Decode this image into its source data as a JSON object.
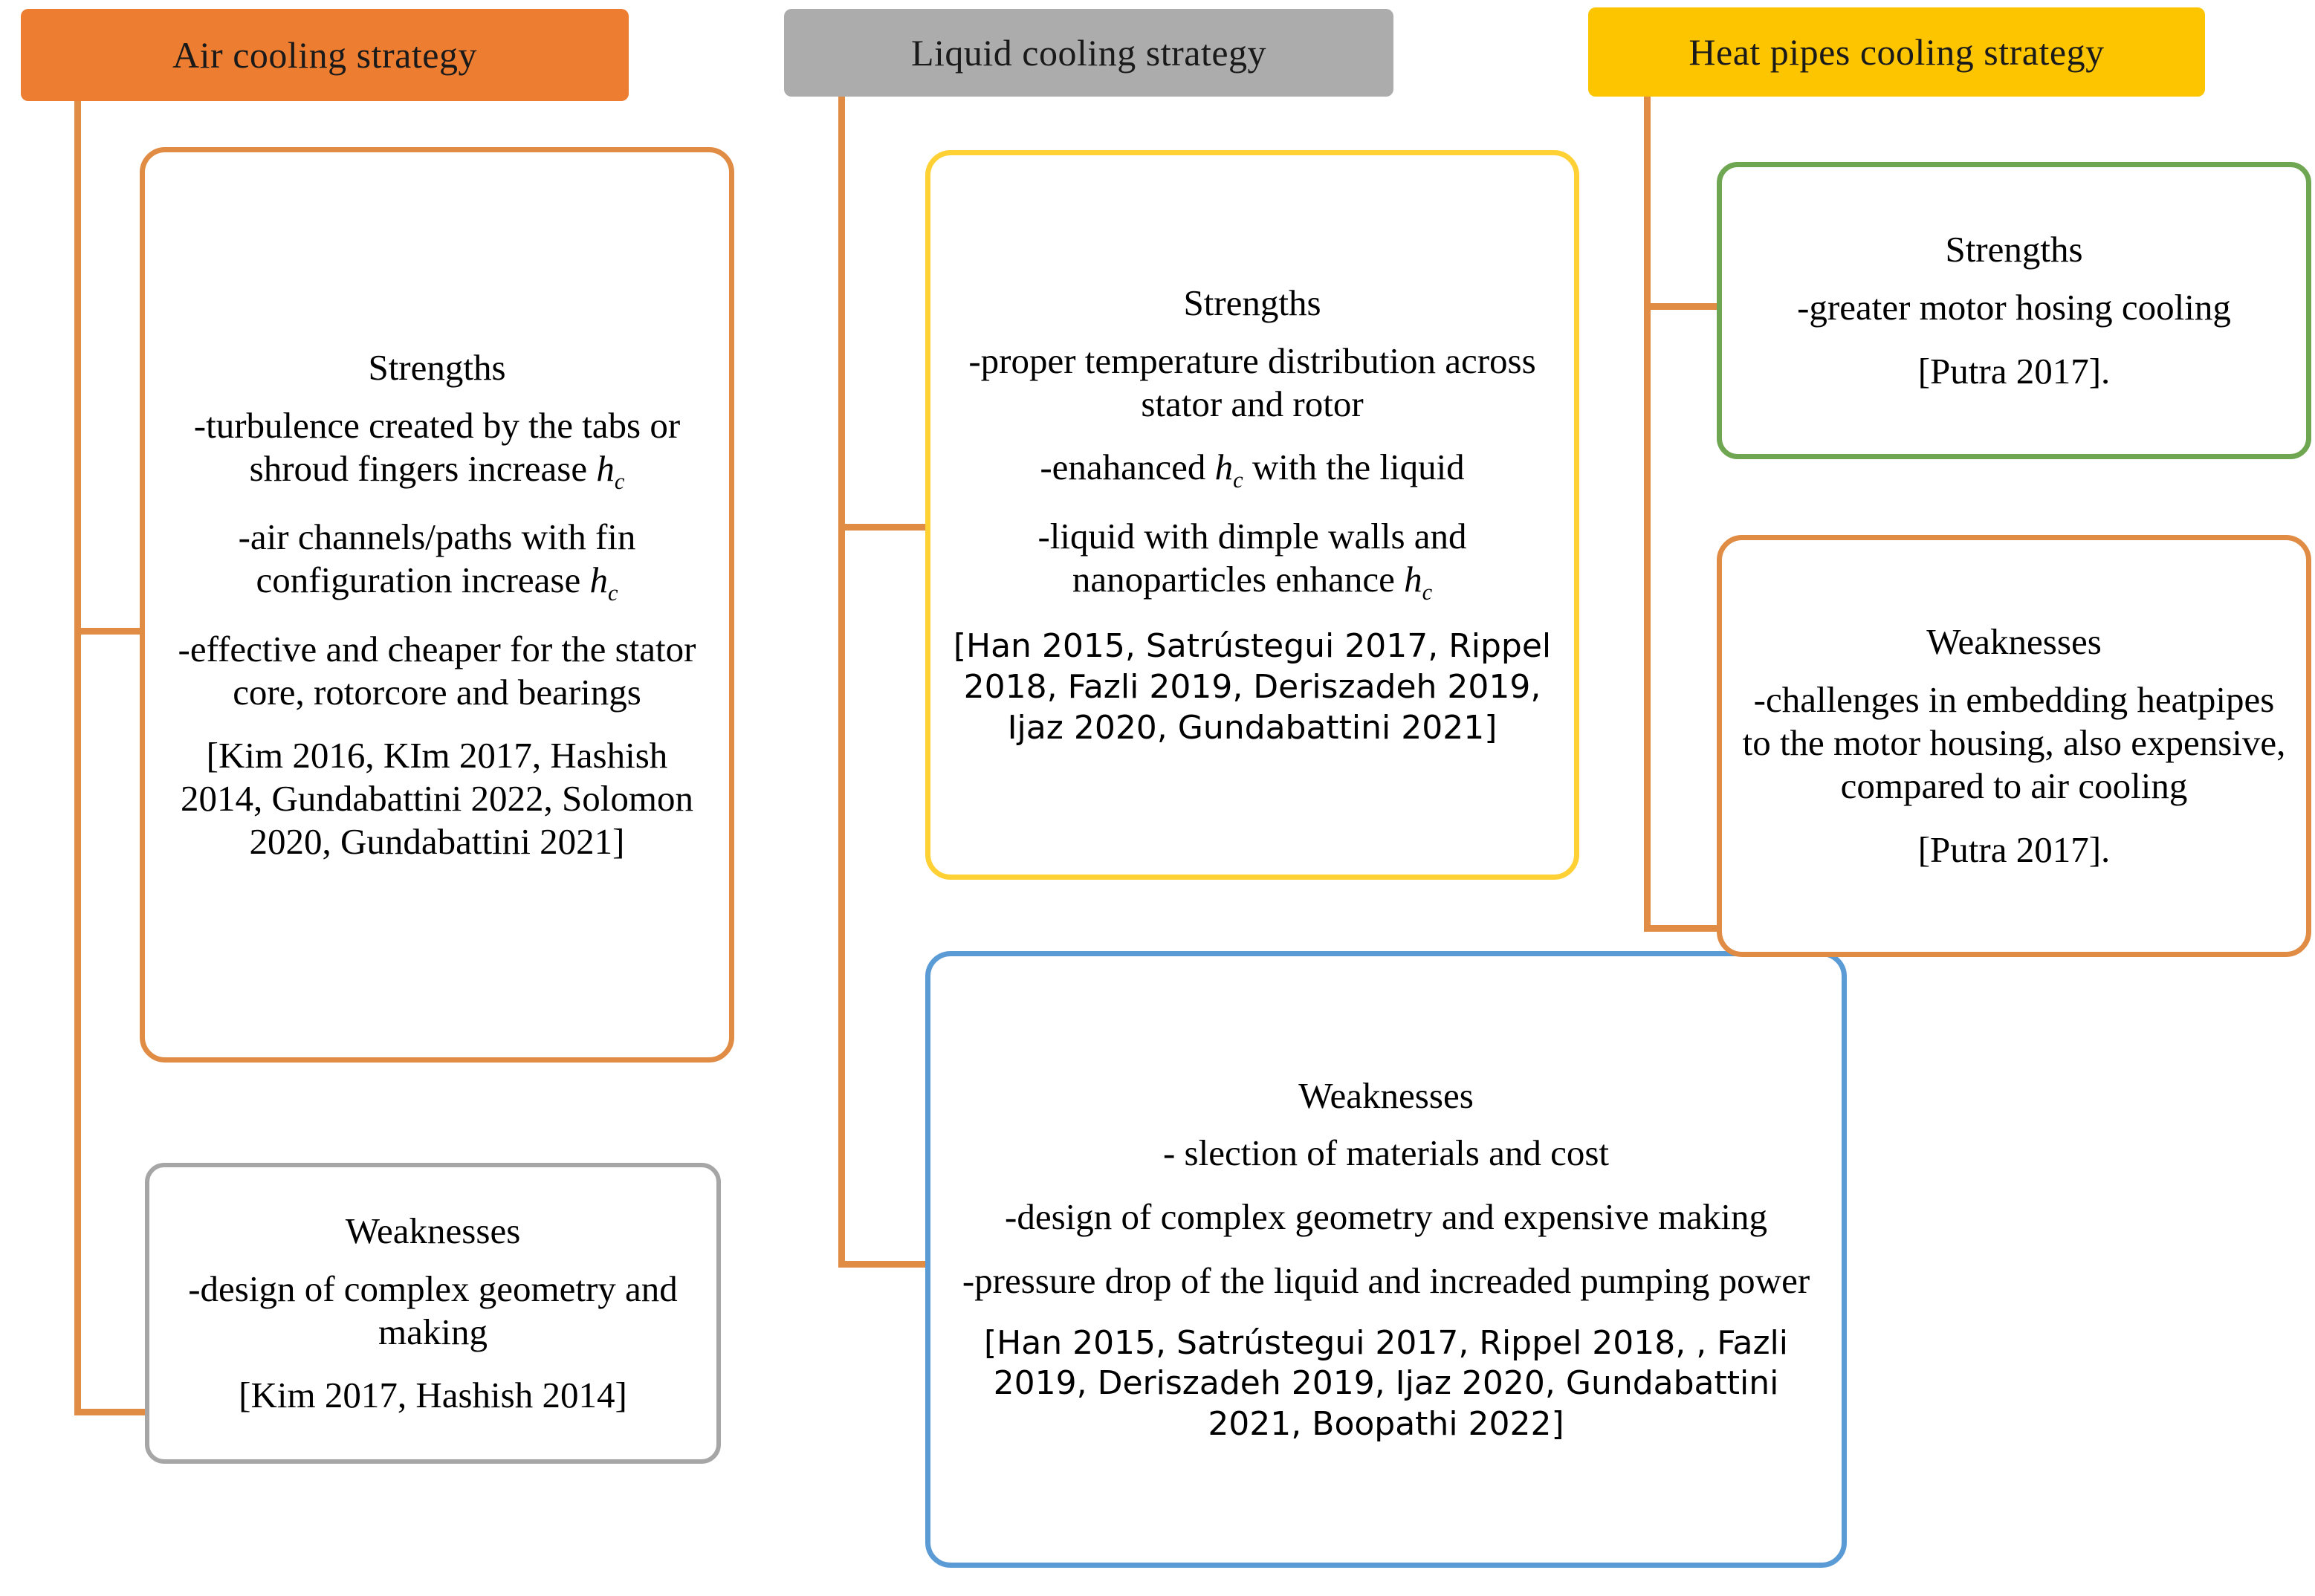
{
  "diagram": {
    "title_air": "Air cooling strategy",
    "title_liquid": "Liquid cooling strategy",
    "title_heat": "Heat pipes cooling strategy",
    "colors": {
      "air_header": "#ED7D31",
      "liquid_header": "#ACACAC",
      "heat_header": "#FDC500",
      "connector": "#E08C44",
      "air_strengths_border": "#E08C44",
      "air_weak_border": "#A6A6A6",
      "liquid_strengths_border": "#FFD134",
      "liquid_weak_border": "#5B9BD5",
      "heat_strengths_border": "#6FA651",
      "heat_weak_border": "#E08C44"
    }
  },
  "air": {
    "strengths": {
      "heading": "Strengths",
      "point1_a": "-turbulence created by the tabs or shroud fingers increase ",
      "point1_sym": "h",
      "point1_sub": "c",
      "point2_a": "-air channels/paths with fin configuration increase ",
      "point2_sym": "h",
      "point2_sub": "c",
      "point3": "-effective and cheaper for the stator core, rotorcore and bearings",
      "citation": "[Kim 2016, KIm 2017, Hashish 2014, Gundabattini 2022, Solomon 2020, Gundabattini 2021]"
    },
    "weaknesses": {
      "heading": "Weaknesses",
      "point1": "-design of complex geometry and making",
      "citation": "[Kim 2017, Hashish 2014]"
    }
  },
  "liquid": {
    "strengths": {
      "heading": "Strengths",
      "point1": "-proper temperature distribution across stator and rotor",
      "point2_a": "-enahanced ",
      "point2_sym": "h",
      "point2_sub": "c",
      "point2_b": " with the liquid",
      "point3_a": "-liquid with dimple walls and nanoparticles enhance ",
      "point3_sym": "h",
      "point3_sub": "c",
      "citation": "[Han 2015, Satrústegui 2017, Rippel 2018, Fazli 2019, Deriszadeh 2019, Ijaz 2020, Gundabattini 2021]"
    },
    "weaknesses": {
      "heading": "Weaknesses",
      "point1": "- slection of materials and cost",
      "point2": "-design of complex geometry and expensive making",
      "point3": "-pressure drop of the liquid and increaded pumping power",
      "citation": "[Han 2015, Satrústegui 2017, Rippel 2018, , Fazli 2019, Deriszadeh 2019, Ijaz 2020, Gundabattini 2021, Boopathi 2022]"
    }
  },
  "heat": {
    "strengths": {
      "heading": "Strengths",
      "point1": "-greater motor hosing cooling",
      "citation": "[Putra 2017]."
    },
    "weaknesses": {
      "heading": "Weaknesses",
      "point1": "-challenges in embedding heatpipes to the motor housing, also expensive, compared to air cooling",
      "citation": "[Putra 2017]."
    }
  }
}
